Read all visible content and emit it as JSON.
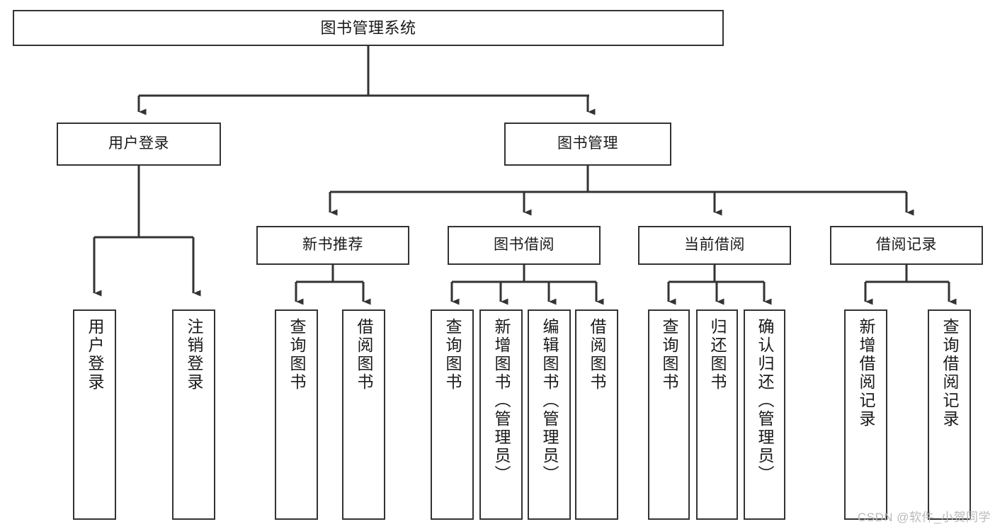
{
  "diagram": {
    "title": "图书管理系统",
    "type": "tree",
    "watermark": "CSDN @软件_小贺同学",
    "colors": {
      "stroke": "#333333",
      "fill": "#ffffff",
      "text": "#1a1a1a",
      "watermark": "#b9b9b9"
    },
    "nodes": {
      "root": {
        "label": "图书管理系统"
      },
      "level2": [
        {
          "label": "用户登录"
        },
        {
          "label": "图书管理"
        }
      ],
      "level3": [
        {
          "label": "新书推荐"
        },
        {
          "label": "图书借阅"
        },
        {
          "label": "当前借阅"
        },
        {
          "label": "借阅记录"
        }
      ],
      "leaves": {
        "user_login": [
          {
            "label": "用户登录"
          },
          {
            "label": "注销登录"
          }
        ],
        "new_book_recommend": [
          {
            "label": "查询图书"
          },
          {
            "label": "借阅图书"
          }
        ],
        "book_borrow": [
          {
            "label": "查询图书"
          },
          {
            "label": "新增图书（管理员）"
          },
          {
            "label": "编辑图书（管理员）"
          },
          {
            "label": "借阅图书"
          }
        ],
        "current_borrow": [
          {
            "label": "查询图书"
          },
          {
            "label": "归还图书"
          },
          {
            "label": "确认归还（管理员）"
          }
        ],
        "borrow_records": [
          {
            "label": "新增借阅记录"
          },
          {
            "label": "查询借阅记录"
          }
        ]
      }
    }
  }
}
